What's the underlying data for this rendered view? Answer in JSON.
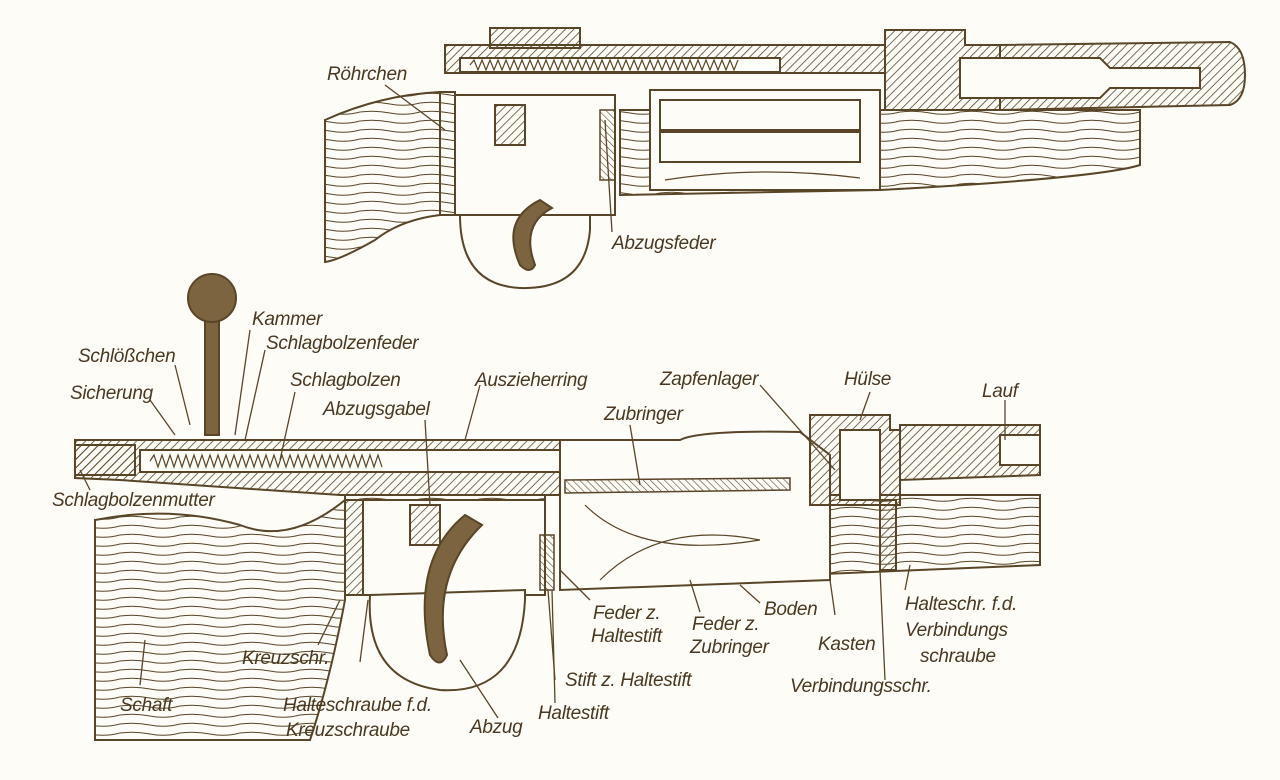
{
  "colors": {
    "ink": "#5a4528",
    "paper": "#fdfcf7",
    "dark": "#7d6440"
  },
  "labels": {
    "roehrchen": "Röhrchen",
    "abzugsfeder": "Abzugsfeder",
    "kammer": "Kammer",
    "schloesschen": "Schlößchen",
    "schlagbolzenfeder": "Schlagbolzenfeder",
    "sicherung": "Sicherung",
    "schlagbolzen": "Schlagbolzen",
    "auszieherring": "Auszieherring",
    "zapfenlager": "Zapfenlager",
    "huelse": "Hülse",
    "lauf": "Lauf",
    "abzugsgabel": "Abzugsgabel",
    "zubringer": "Zubringer",
    "schlagbolzenmutter": "Schlagbolzenmutter",
    "feder_haltestift_1": "Feder z.",
    "feder_haltestift_2": "Haltestift",
    "feder_zubringer_1": "Feder z.",
    "feder_zubringer_2": "Zubringer",
    "boden": "Boden",
    "kasten": "Kasten",
    "halteschr_vs_1": "Halteschr. f.d.",
    "halteschr_vs_2": "Verbindungs",
    "halteschr_vs_3": "schraube",
    "kreuzschr": "Kreuzschr.",
    "stift_haltestift": "Stift z. Haltestift",
    "verbindungsschr": "Verbindungsschr.",
    "schaft": "Schaft",
    "halteschraube_kreuz_1": "Halteschraube f.d.",
    "halteschraube_kreuz_2": "Kreuzschraube",
    "abzug": "Abzug",
    "haltestift": "Haltestift"
  }
}
